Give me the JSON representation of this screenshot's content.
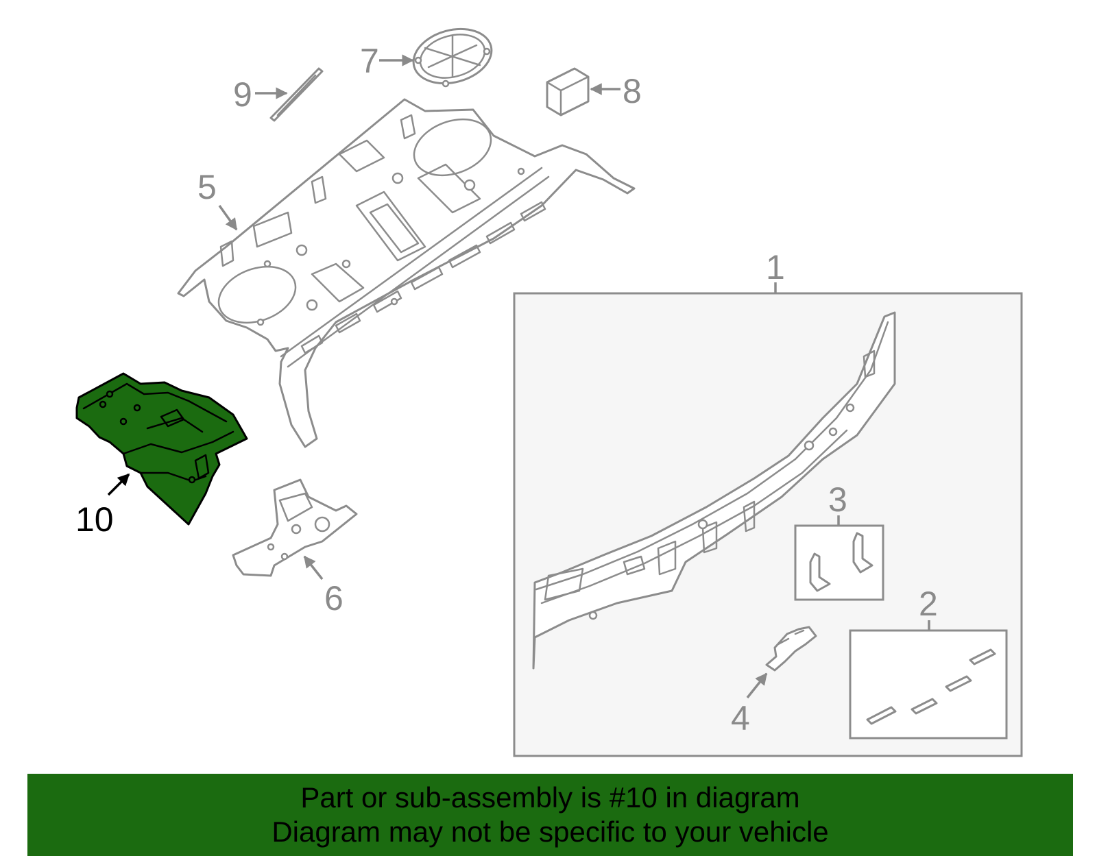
{
  "diagram": {
    "highlight_color": "#1b6b10",
    "callouts": [
      {
        "id": "1",
        "label": "1"
      },
      {
        "id": "2",
        "label": "2"
      },
      {
        "id": "3",
        "label": "3"
      },
      {
        "id": "4",
        "label": "4"
      },
      {
        "id": "5",
        "label": "5"
      },
      {
        "id": "6",
        "label": "6"
      },
      {
        "id": "7",
        "label": "7"
      },
      {
        "id": "8",
        "label": "8"
      },
      {
        "id": "9",
        "label": "9"
      },
      {
        "id": "10",
        "label": "10",
        "highlighted": true
      }
    ]
  },
  "banner": {
    "line1": "Part or sub-assembly is #10 in diagram",
    "line2": "Diagram may not be specific to your vehicle",
    "background": "#1b6b10"
  }
}
